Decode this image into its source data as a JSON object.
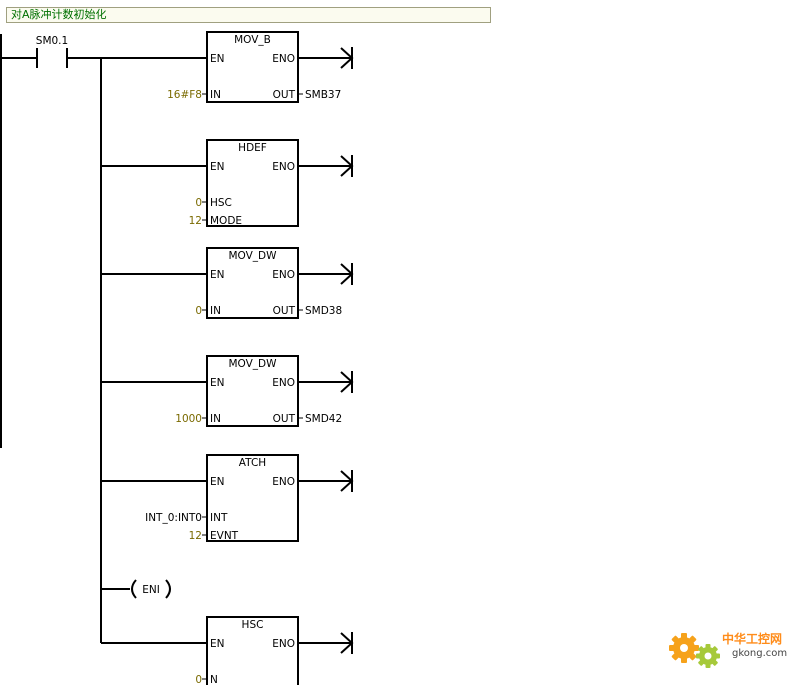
{
  "network": {
    "header": "",
    "comment": "对A脉冲计数初始化"
  },
  "contact": {
    "label": "SM0.1"
  },
  "blocks": [
    {
      "title": "MOV_B",
      "en": "EN",
      "eno": "ENO",
      "inputs": [
        {
          "pin": "IN",
          "value": "16#F8"
        }
      ],
      "outputs": [
        {
          "pin": "OUT",
          "value": "SMB37"
        }
      ]
    },
    {
      "title": "HDEF",
      "en": "EN",
      "eno": "ENO",
      "inputs": [
        {
          "pin": "HSC",
          "value": "0"
        },
        {
          "pin": "MODE",
          "value": "12"
        }
      ],
      "outputs": []
    },
    {
      "title": "MOV_DW",
      "en": "EN",
      "eno": "ENO",
      "inputs": [
        {
          "pin": "IN",
          "value": "0"
        }
      ],
      "outputs": [
        {
          "pin": "OUT",
          "value": "SMD38"
        }
      ]
    },
    {
      "title": "MOV_DW",
      "en": "EN",
      "eno": "ENO",
      "inputs": [
        {
          "pin": "IN",
          "value": "1000"
        }
      ],
      "outputs": [
        {
          "pin": "OUT",
          "value": "SMD42"
        }
      ]
    },
    {
      "title": "ATCH",
      "en": "EN",
      "eno": "ENO",
      "inputs": [
        {
          "pin": "INT",
          "value": "INT_0:INT0"
        },
        {
          "pin": "EVNT",
          "value": "12"
        }
      ],
      "outputs": []
    },
    {
      "title": "HSC",
      "en": "EN",
      "eno": "ENO",
      "inputs": [
        {
          "pin": "N",
          "value": "0"
        }
      ],
      "outputs": []
    }
  ],
  "coil": {
    "label": "ENI"
  },
  "watermark": {
    "cn": "中华工控网",
    "en": "gkong.com"
  },
  "colors": {
    "value": "#7a6a00",
    "comment": "#007000",
    "line": "#000000"
  }
}
